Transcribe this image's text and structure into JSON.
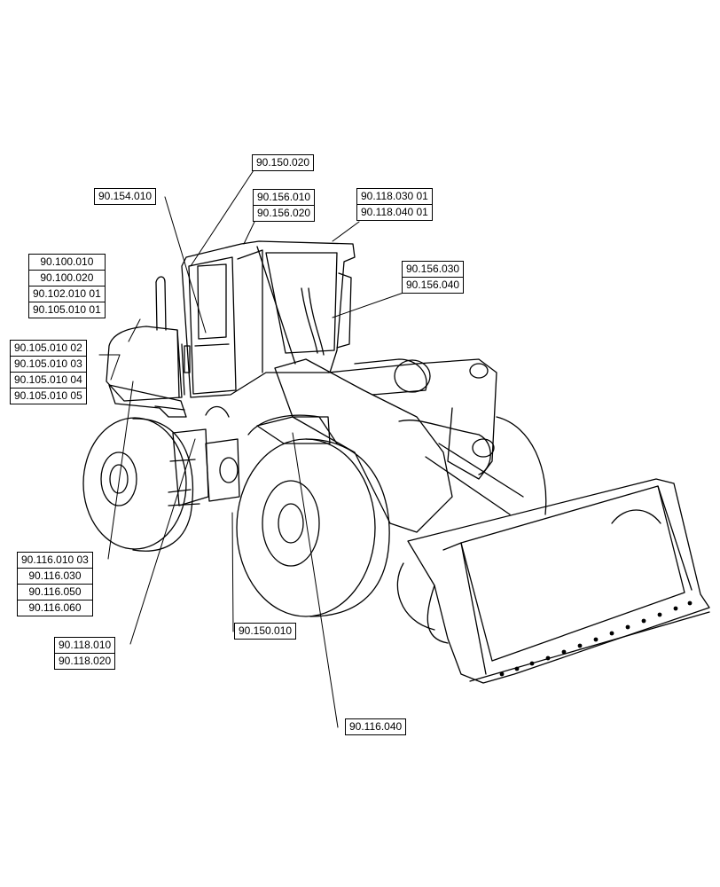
{
  "diagram": {
    "subject": "wheel-loader",
    "callouts": [
      {
        "id": "c1",
        "labels": [
          "90.150.020"
        ]
      },
      {
        "id": "c2",
        "labels": [
          "90.154.010"
        ]
      },
      {
        "id": "c3",
        "labels": [
          "90.156.010",
          "90.156.020"
        ]
      },
      {
        "id": "c4",
        "labels": [
          "90.118.030 01",
          "90.118.040 01"
        ]
      },
      {
        "id": "c5",
        "labels": [
          "90.100.010",
          "90.100.020",
          "90.102.010 01",
          "90.105.010 01"
        ]
      },
      {
        "id": "c6",
        "labels": [
          "90.156.030",
          "90.156.040"
        ]
      },
      {
        "id": "c7",
        "labels": [
          "90.105.010 02",
          "90.105.010 03",
          "90.105.010 04",
          "90.105.010 05"
        ]
      },
      {
        "id": "c8",
        "labels": [
          "90.116.010 03",
          "90.116.030",
          "90.116.050",
          "90.116.060"
        ]
      },
      {
        "id": "c9",
        "labels": [
          "90.150.010"
        ]
      },
      {
        "id": "c10",
        "labels": [
          "90.118.010",
          "90.118.020"
        ]
      },
      {
        "id": "c11",
        "labels": [
          "90.116.040"
        ]
      }
    ]
  }
}
